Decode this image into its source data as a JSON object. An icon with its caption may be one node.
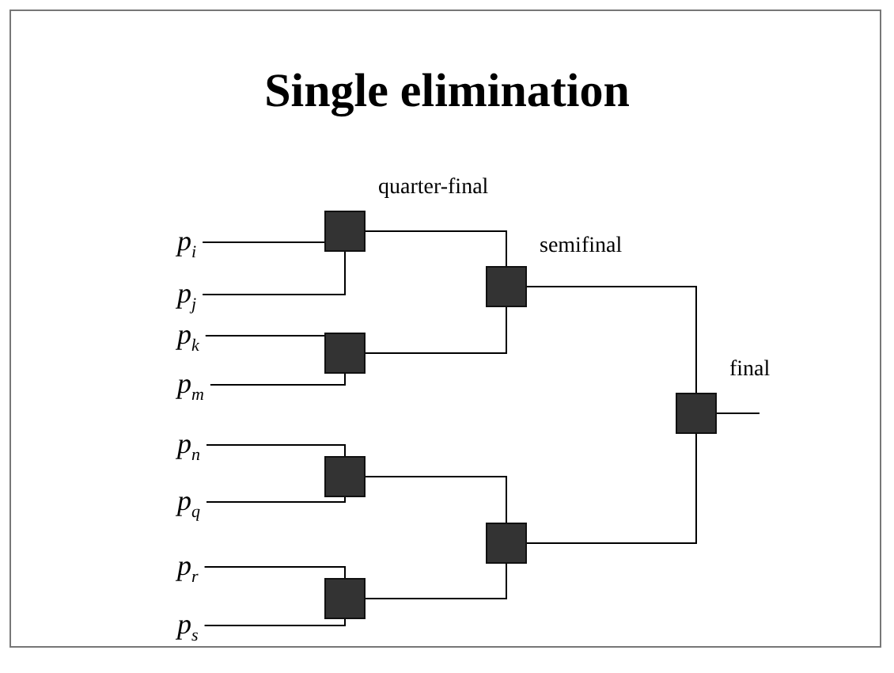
{
  "diagram": {
    "title": "Single elimination",
    "nodes": [
      {
        "text": [
          "p$_{i}$"
        ]
      },
      {
        "text": [
          "p$_{j}$"
        ]
      },
      {
        "text": [
          "p$_{k}$"
        ]
      },
      {
        "text": [
          "p$_{m}$"
        ]
      },
      {
        "text": [
          "p$_{n}$"
        ]
      },
      {
        "text": [
          "p$_{q}$"
        ]
      },
      {
        "text": [
          "p$_{r}$"
        ]
      },
      {
        "text": [
          "p$_{s}$"
        ]
      },
      {
        "text": [],
        "shape": "box",
        "beside": [
          "quarter-final"
        ]
      },
      {
        "text": [],
        "shape": "box"
      },
      {
        "text": [],
        "shape": "box"
      },
      {
        "text": [],
        "shape": "box"
      },
      {
        "text": [],
        "shape": "box",
        "beside": [
          "semifinal"
        ]
      },
      {
        "text": [],
        "shape": "box"
      },
      {
        "text": [],
        "shape": "box",
        "beside": [
          "final"
        ]
      }
    ],
    "edges": [
      {
        "from": 0,
        "to": 8,
        "arrow": "none"
      },
      {
        "from": 1,
        "to": 8,
        "arrow": "none"
      },
      {
        "from": 2,
        "to": 9,
        "arrow": "none"
      },
      {
        "from": 3,
        "to": 9,
        "arrow": "none"
      },
      {
        "from": 4,
        "to": 10,
        "arrow": "none"
      },
      {
        "from": 5,
        "to": 10,
        "arrow": "none"
      },
      {
        "from": 6,
        "to": 11,
        "arrow": "none"
      },
      {
        "from": 7,
        "to": 11,
        "arrow": "none"
      },
      {
        "from": 8,
        "to": 12,
        "arrow": "none"
      },
      {
        "from": 9,
        "to": 12,
        "arrow": "none"
      },
      {
        "from": 10,
        "to": 13,
        "arrow": "none"
      },
      {
        "from": 11,
        "to": 13,
        "arrow": "none"
      },
      {
        "from": 12,
        "to": 14,
        "arrow": "none"
      },
      {
        "from": 13,
        "to": 14,
        "arrow": "none"
      },
      {
        "from": 14,
        "to": null,
        "arrow": "none"
      }
    ]
  }
}
